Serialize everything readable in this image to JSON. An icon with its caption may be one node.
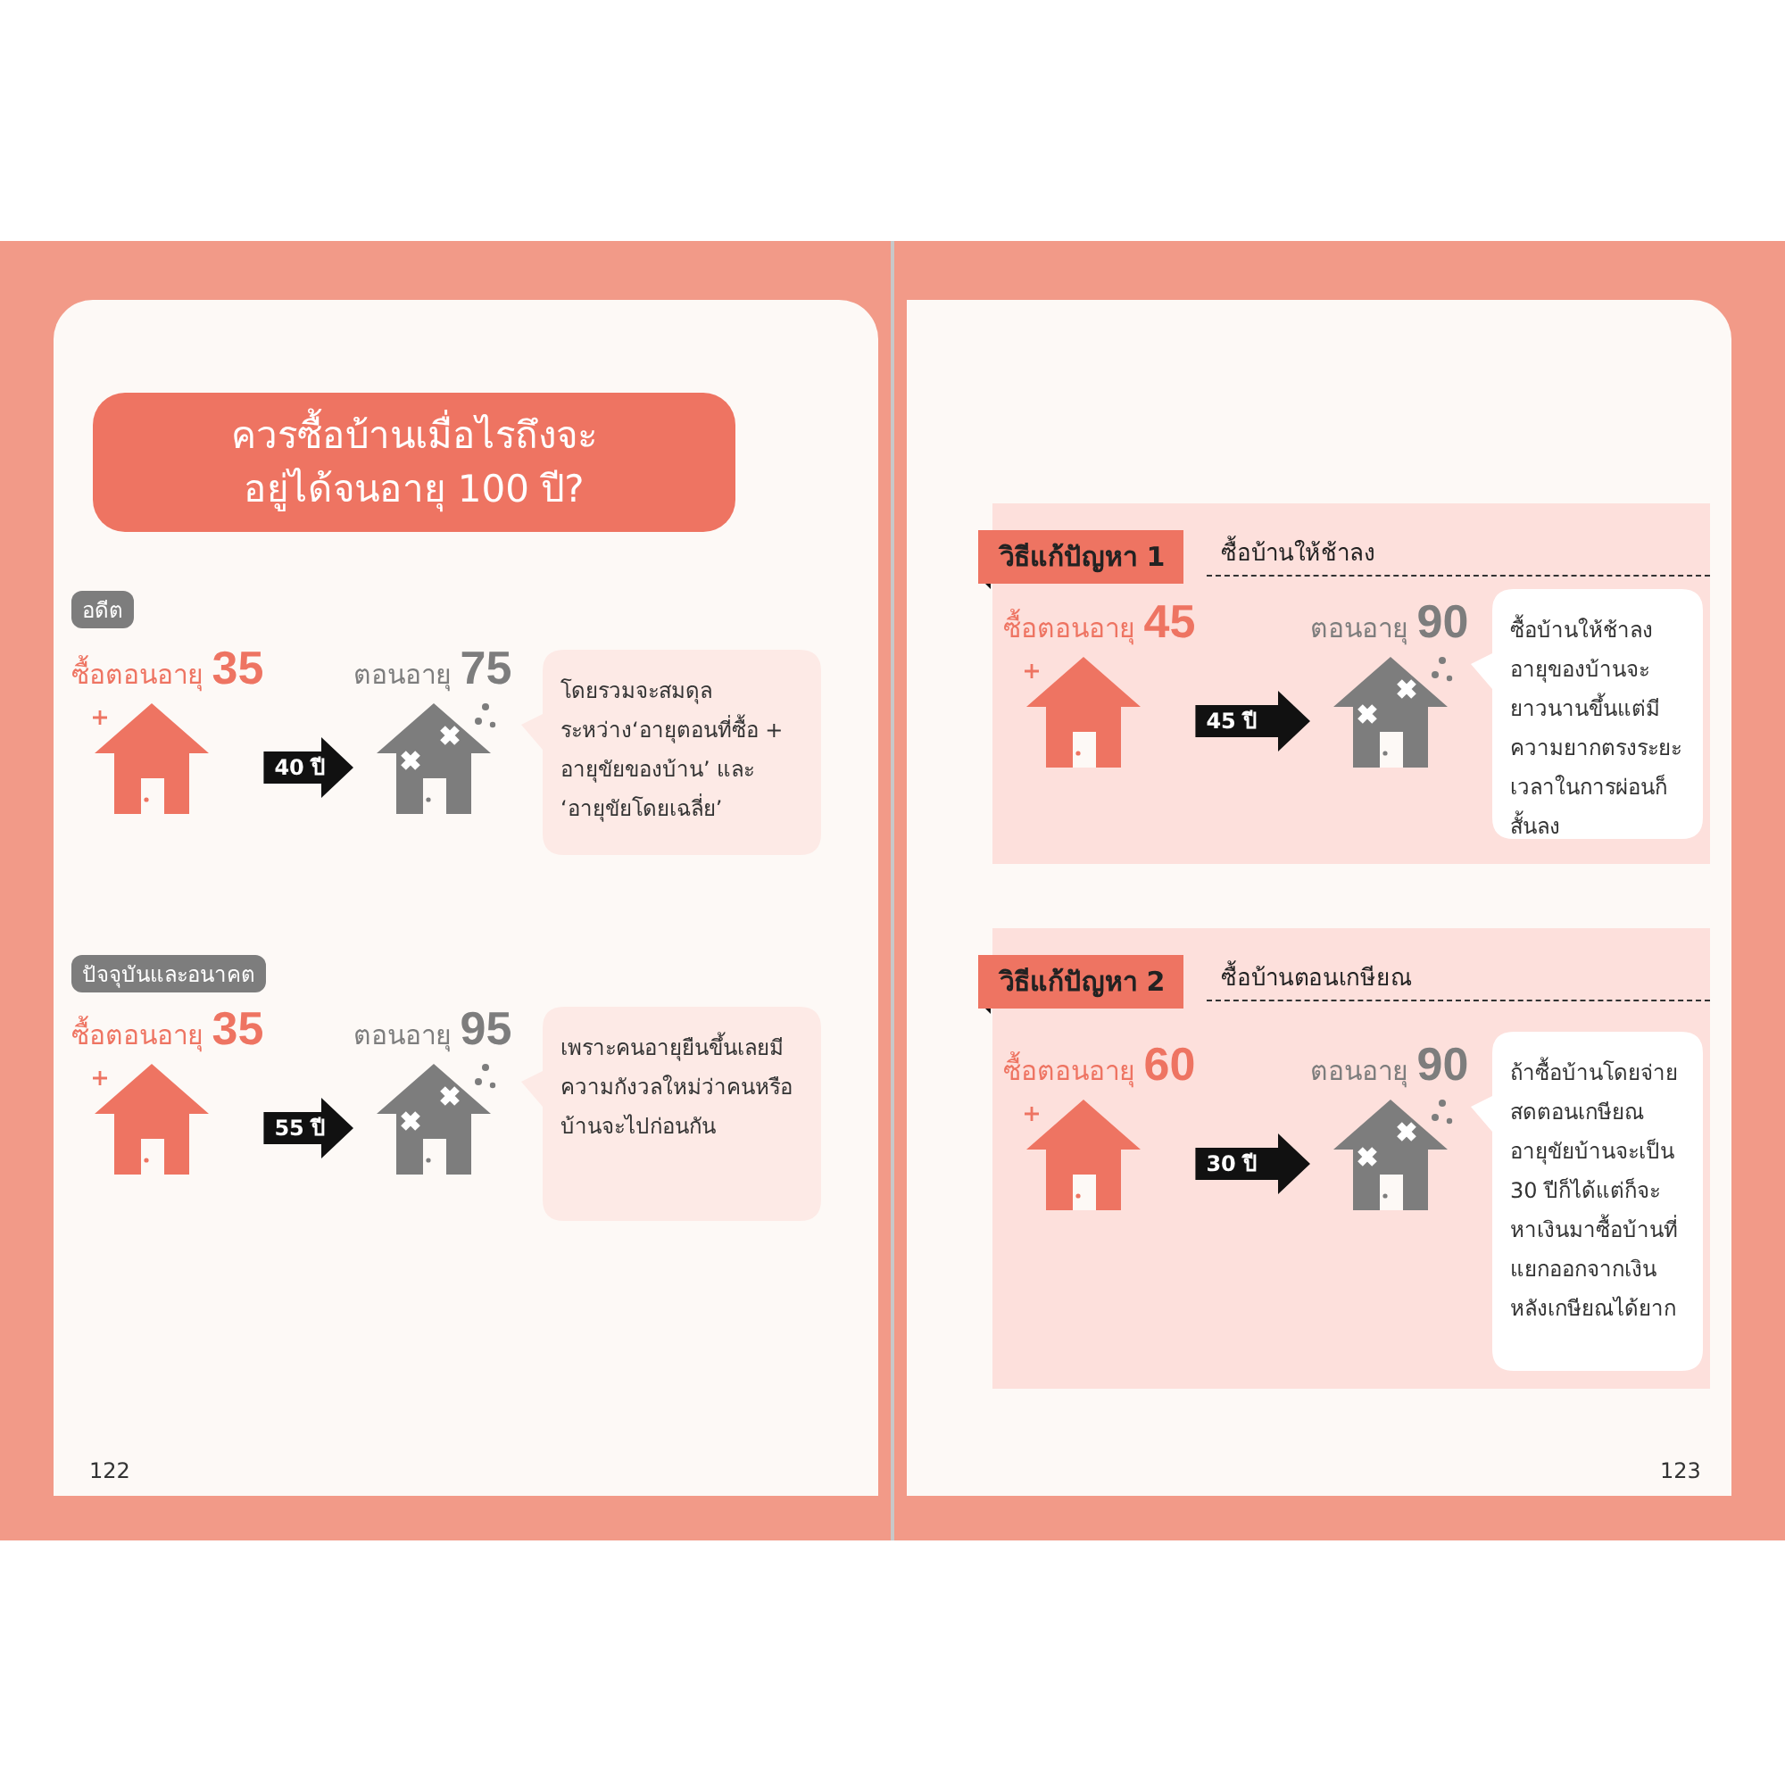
{
  "diagram": {
    "title": "ควรซื้อบ้านเมื่อไรถึงจะอยู่ได้จนอายุ 100 ปี?",
    "nodes": [
      {
        "text": [
          "ซื้อตอนอายุ 35"
        ]
      },
      {
        "text": [
          "ตอนอายุ 75"
        ]
      },
      {
        "text": [
          "โดยรวมจะสมดุลระหว่าง‘อายุตอนที่ซื้อ + อายุขัยของบ้าน’ และ ‘อายุขัยโดยเฉลี่ย’"
        ]
      },
      {
        "text": [
          "ซื้อตอนอายุ 35"
        ]
      },
      {
        "text": [
          "ตอนอายุ 95"
        ]
      },
      {
        "text": [
          "เพราะคนอายุยืนขึ้นเลยมีความกังวลใหม่ว่าคนหรือบ้านจะไปก่อนกัน"
        ]
      },
      {
        "text": [
          "วิธีแก้ปัญหา 1",
          "ซื้อบ้านให้ช้าลง"
        ]
      },
      {
        "text": [
          "ซื้อตอนอายุ 45"
        ],
        "in": 6
      },
      {
        "text": [
          "ตอนอายุ 90"
        ],
        "in": 6
      },
      {
        "text": [
          "ซื้อบ้านให้ช้าลง อายุของบ้านจะยาวนานขึ้นแต่มีความยากตรงระยะเวลาในการผ่อนก็สั้นลง"
        ],
        "in": 6
      },
      {
        "text": [
          "วิธีแก้ปัญหา 2",
          "ซื้อบ้านตอนเกษียณ"
        ]
      },
      {
        "text": [
          "ซื้อตอนอายุ 60"
        ],
        "in": 10
      },
      {
        "text": [
          "ตอนอายุ 90"
        ],
        "in": 10
      },
      {
        "text": [
          "ถ้าซื้อบ้านโดยจ่ายสดตอนเกษียณ อายุขัยบ้านจะเป็น 30 ปีก็ได้แต่ก็จะหาเงินมาซื้อบ้านที่แยกออกจากเงินหลังเกษียณได้ยาก"
        ],
        "in": 10
      }
    ],
    "edges": [
      {
        "from": 0,
        "to": 1,
        "arrow": "to",
        "label": "40 ปี"
      },
      {
        "from": 3,
        "to": 4,
        "arrow": "to",
        "label": "55 ปี"
      },
      {
        "from": 7,
        "to": 8,
        "arrow": "to",
        "label": "45 ปี"
      },
      {
        "from": 11,
        "to": 12,
        "arrow": "to",
        "label": "30 ปี"
      }
    ],
    "labels": [
      "อดีต",
      "ปัจจุบันและอนาคต",
      "122",
      "123"
    ]
  }
}
